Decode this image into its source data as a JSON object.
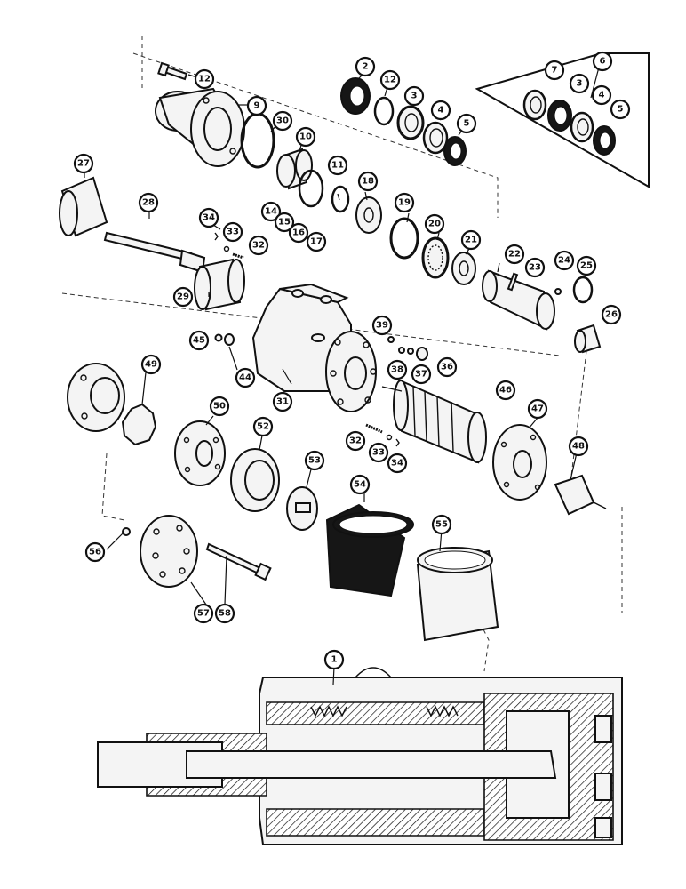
{
  "callouts": [
    "1",
    "2",
    "3",
    "4",
    "5",
    "6",
    "7",
    "3",
    "4",
    "5",
    "9",
    "10",
    "11",
    "12",
    "12",
    "14",
    "15",
    "16",
    "17",
    "18",
    "19",
    "20",
    "21",
    "22",
    "23",
    "24",
    "25",
    "26",
    "27",
    "28",
    "29",
    "30",
    "31",
    "32",
    "33",
    "34",
    "32",
    "33",
    "34",
    "36",
    "37",
    "38",
    "39",
    "44",
    "45",
    "46",
    "47",
    "48",
    "49",
    "50",
    "52",
    "53",
    "54",
    "55",
    "56",
    "57",
    "58"
  ],
  "colors": {
    "ink": "#111111",
    "paper": "#ffffff",
    "fill": "#f4f4f4"
  }
}
